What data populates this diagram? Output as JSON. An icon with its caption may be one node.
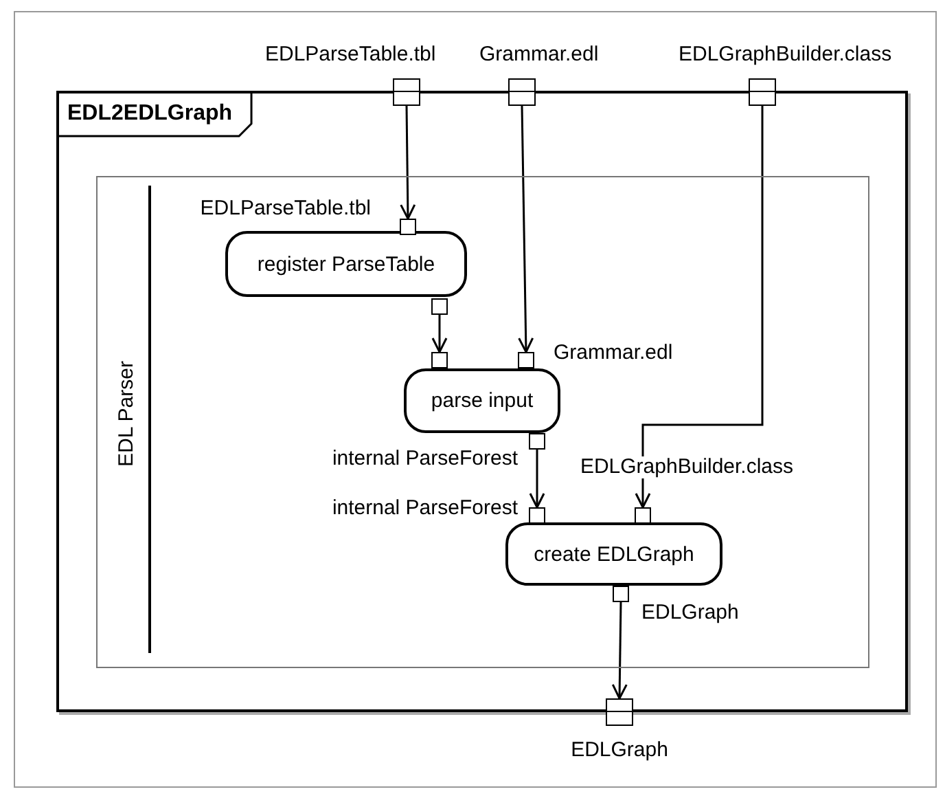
{
  "diagram": {
    "nodes": [
      {
        "text": [
          "EDL2EDLGraph"
        ]
      },
      {
        "text": [
          "EDL Parser"
        ],
        "in": 0
      },
      {
        "text": [
          "register ParseTable"
        ],
        "in": 1
      },
      {
        "text": [
          "parse input"
        ],
        "in": 1
      },
      {
        "text": [
          "create EDLGraph"
        ],
        "in": 1
      },
      {
        "text": [
          "EDLParseTable.tbl"
        ]
      },
      {
        "text": [
          "Grammar.edl"
        ]
      },
      {
        "text": [
          "EDLGraphBuilder.class"
        ]
      },
      {
        "text": [
          "EDLParseTable.tbl"
        ],
        "in": 1
      },
      {
        "text": [],
        "shape": "box",
        "in": 1
      },
      {
        "text": [],
        "shape": "box",
        "in": 1
      },
      {
        "text": [
          "Grammar.edl"
        ],
        "in": 1
      },
      {
        "text": [
          "internal ParseForest"
        ],
        "in": 1
      },
      {
        "text": [
          "internal ParseForest"
        ],
        "in": 1
      },
      {
        "text": [
          "EDLGraphBuilder.class"
        ],
        "in": 1
      },
      {
        "text": [
          "EDLGraph"
        ],
        "in": 1
      },
      {
        "text": [
          "EDLGraph"
        ]
      }
    ],
    "edges": [
      {
        "from": 5,
        "to": 8,
        "arrow": "to"
      },
      {
        "from": 6,
        "to": 11,
        "arrow": "to"
      },
      {
        "from": 7,
        "to": 14,
        "arrow": "to"
      },
      {
        "from": 9,
        "to": 10,
        "arrow": "to"
      },
      {
        "from": 12,
        "to": 13,
        "arrow": "to"
      },
      {
        "from": 15,
        "to": 16,
        "arrow": "to"
      }
    ]
  }
}
